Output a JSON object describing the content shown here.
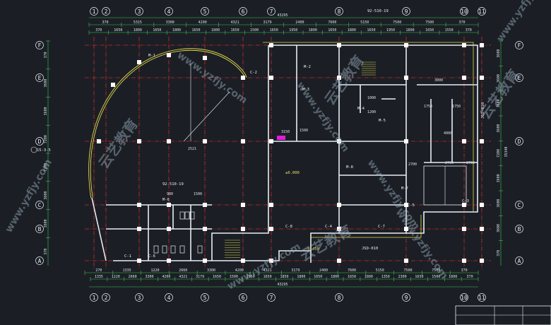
{
  "overall_dimension": "43295",
  "column_axes": [
    "1",
    "2",
    "3",
    "4",
    "5",
    "6",
    "7",
    "8",
    "9",
    "10",
    "11"
  ],
  "row_axes": [
    "A",
    "B",
    "C",
    "D",
    "E",
    "F"
  ],
  "top_dims_row1": [
    "370",
    "5315",
    "3300",
    "4200",
    "4321",
    "3179",
    "2400",
    "7600",
    "5150",
    "7500",
    "7500",
    "370"
  ],
  "top_dims_row2": [
    "370",
    "1650",
    "1800",
    "1650",
    "1800",
    "1650",
    "1800",
    "1650",
    "1500",
    "1650",
    "1950",
    "1800",
    "1650",
    "1800",
    "1650",
    "1950",
    "1800",
    "1650",
    "1550",
    "370"
  ],
  "bottom_dims_row1": [
    "270",
    "1335",
    "1220",
    "2660",
    "3300",
    "4200",
    "4321",
    "3179",
    "2400",
    "7600",
    "5150",
    "7500",
    "7500",
    "370"
  ],
  "bottom_dims_row2": [
    "1335",
    "1220",
    "2660",
    "3300",
    "4200",
    "4321",
    "3179",
    "1650",
    "1500",
    "1950",
    "1650",
    "1850",
    "1800",
    "1650",
    "1800",
    "1650",
    "1800",
    "1350",
    "2300",
    "1650",
    "1500",
    "1800",
    "370"
  ],
  "left_dims": [
    "370",
    "3600",
    "3600",
    "7200",
    "7200",
    "3600",
    "3600",
    "370"
  ],
  "right_dims": [
    "3600",
    "3600",
    "3600",
    "3600",
    "7200",
    "3600",
    "3600",
    "3600",
    "370"
  ],
  "right_total": "35340",
  "door_labels": [
    "M-1",
    "M-2",
    "M-3",
    "M-4",
    "M-5",
    "M-6",
    "M-7",
    "M-8"
  ],
  "window_labels": [
    "C-1",
    "C-2",
    "C-3",
    "C-4",
    "C-5",
    "C-6",
    "C-7",
    "C-8"
  ],
  "detail_refs": [
    "92-510-19",
    "JSD-010",
    "15-3-5"
  ],
  "levels": [
    "±0.000",
    "-0.450"
  ],
  "room_dims": [
    "2700",
    "2700",
    "3000",
    "1750",
    "1750",
    "4000",
    "3150",
    "1500",
    "1200",
    "1000",
    "900",
    "2521",
    "1500",
    "2700"
  ],
  "watermark_text": "云艺教育",
  "watermark_url": "www.yzfjy.com",
  "palette": {
    "bg": "#1b1f25",
    "wall": "#e7eef3",
    "axis": "#cc2a2a",
    "dim": "#3fc44f",
    "yellow": "#e2d84c",
    "magenta": "#e21ae0",
    "grid": "#8aa2b4"
  }
}
